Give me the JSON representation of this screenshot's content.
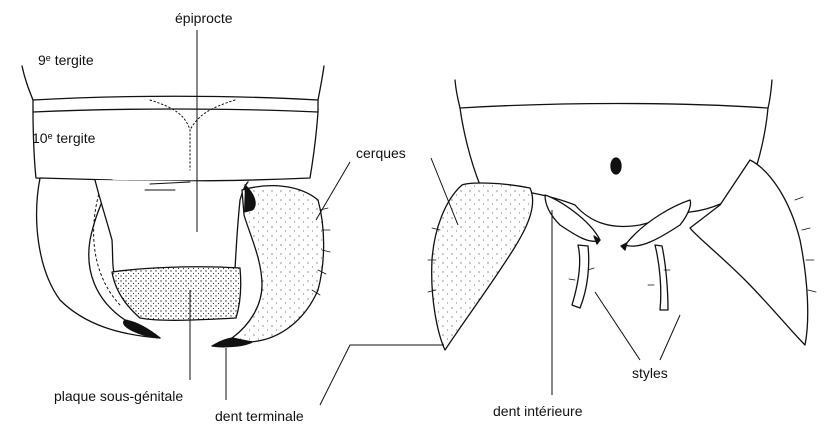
{
  "labels": {
    "epiprocte": "épiprocte",
    "tergite9_num": "9",
    "tergite9_sup": "e",
    "tergite9_text": " tergite",
    "tergite10_num": "10",
    "tergite10_sup": "e",
    "tergite10_text": " tergite",
    "cerques": "cerques",
    "plaque": "plaque sous-génitale",
    "dent_terminale": "dent terminale",
    "dent_interieure": "dent intérieure",
    "styles": "styles"
  },
  "colors": {
    "ink": "#111111",
    "fill": "#ffffff"
  }
}
